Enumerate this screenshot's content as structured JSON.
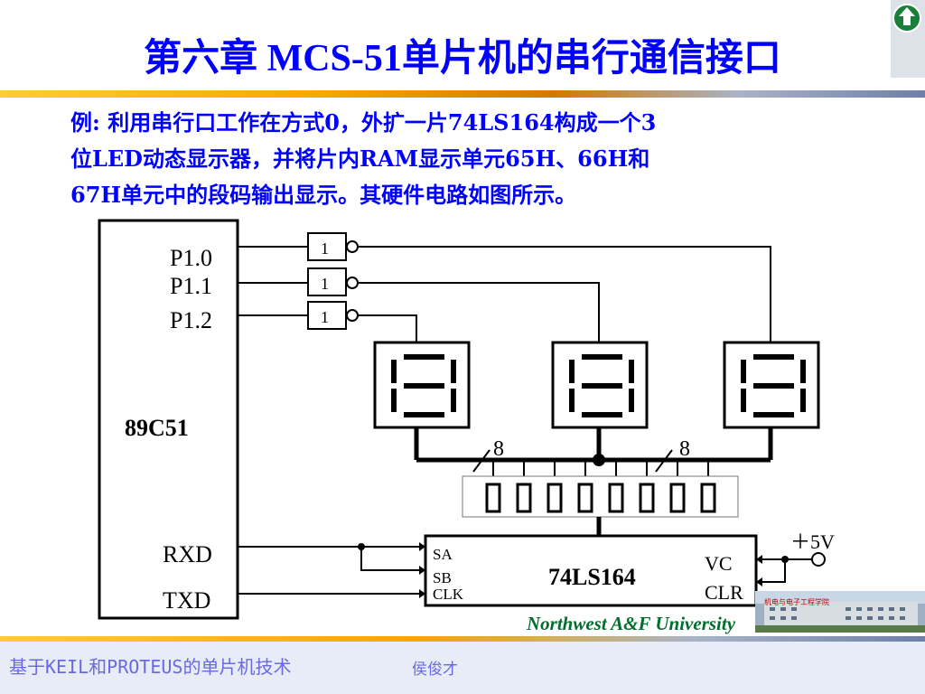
{
  "slide": {
    "title": "第六章   MCS-51单片机的串行通信接口",
    "paragraph": [
      "例: 利用串行口工作在方式0，外扩一片74LS164构成一个3",
      "位LED动态显示器，并将片内RAM显示单元65H、66H和",
      "67H单元中的段码输出显示。其硬件电路如图所示。"
    ],
    "home_icon": "home-up-arrow-icon"
  },
  "circuit": {
    "mcu_label": "89C51",
    "pins": [
      "P1.0",
      "P1.1",
      "P1.2",
      "RXD",
      "TXD"
    ],
    "gate_labels": [
      "1",
      "1",
      "1"
    ],
    "bus_width_left": "8",
    "bus_width_right": "8",
    "shift_register_label": "74LS164",
    "shift_register_pins": [
      "SA",
      "SB",
      "CLK",
      "VC",
      "CLR"
    ],
    "power_label": "＋5V",
    "resistor_count": 8,
    "display_count": 3
  },
  "footer": {
    "university": "Northwest  A&F  University",
    "campus_sign": "机电与电子工程学院",
    "course": "基于KEIL和PROTEUS的单片机技术",
    "author": "侯俊才"
  },
  "colors": {
    "title": "#0000ff",
    "text": "#0000ff",
    "university": "#006e2e",
    "footer_text": "#6a6ae0",
    "footer_bg": "#e7ecf7"
  }
}
